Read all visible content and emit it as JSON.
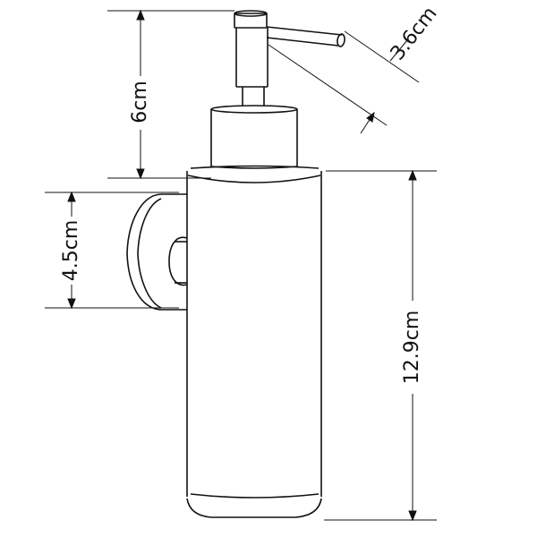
{
  "dimensions": {
    "spout": "3.6cm",
    "pump_height": "6cm",
    "mount_diameter": "4.5cm",
    "bottle_height": "12.9cm"
  },
  "colors": {
    "line": "#111111",
    "background": "#ffffff"
  }
}
